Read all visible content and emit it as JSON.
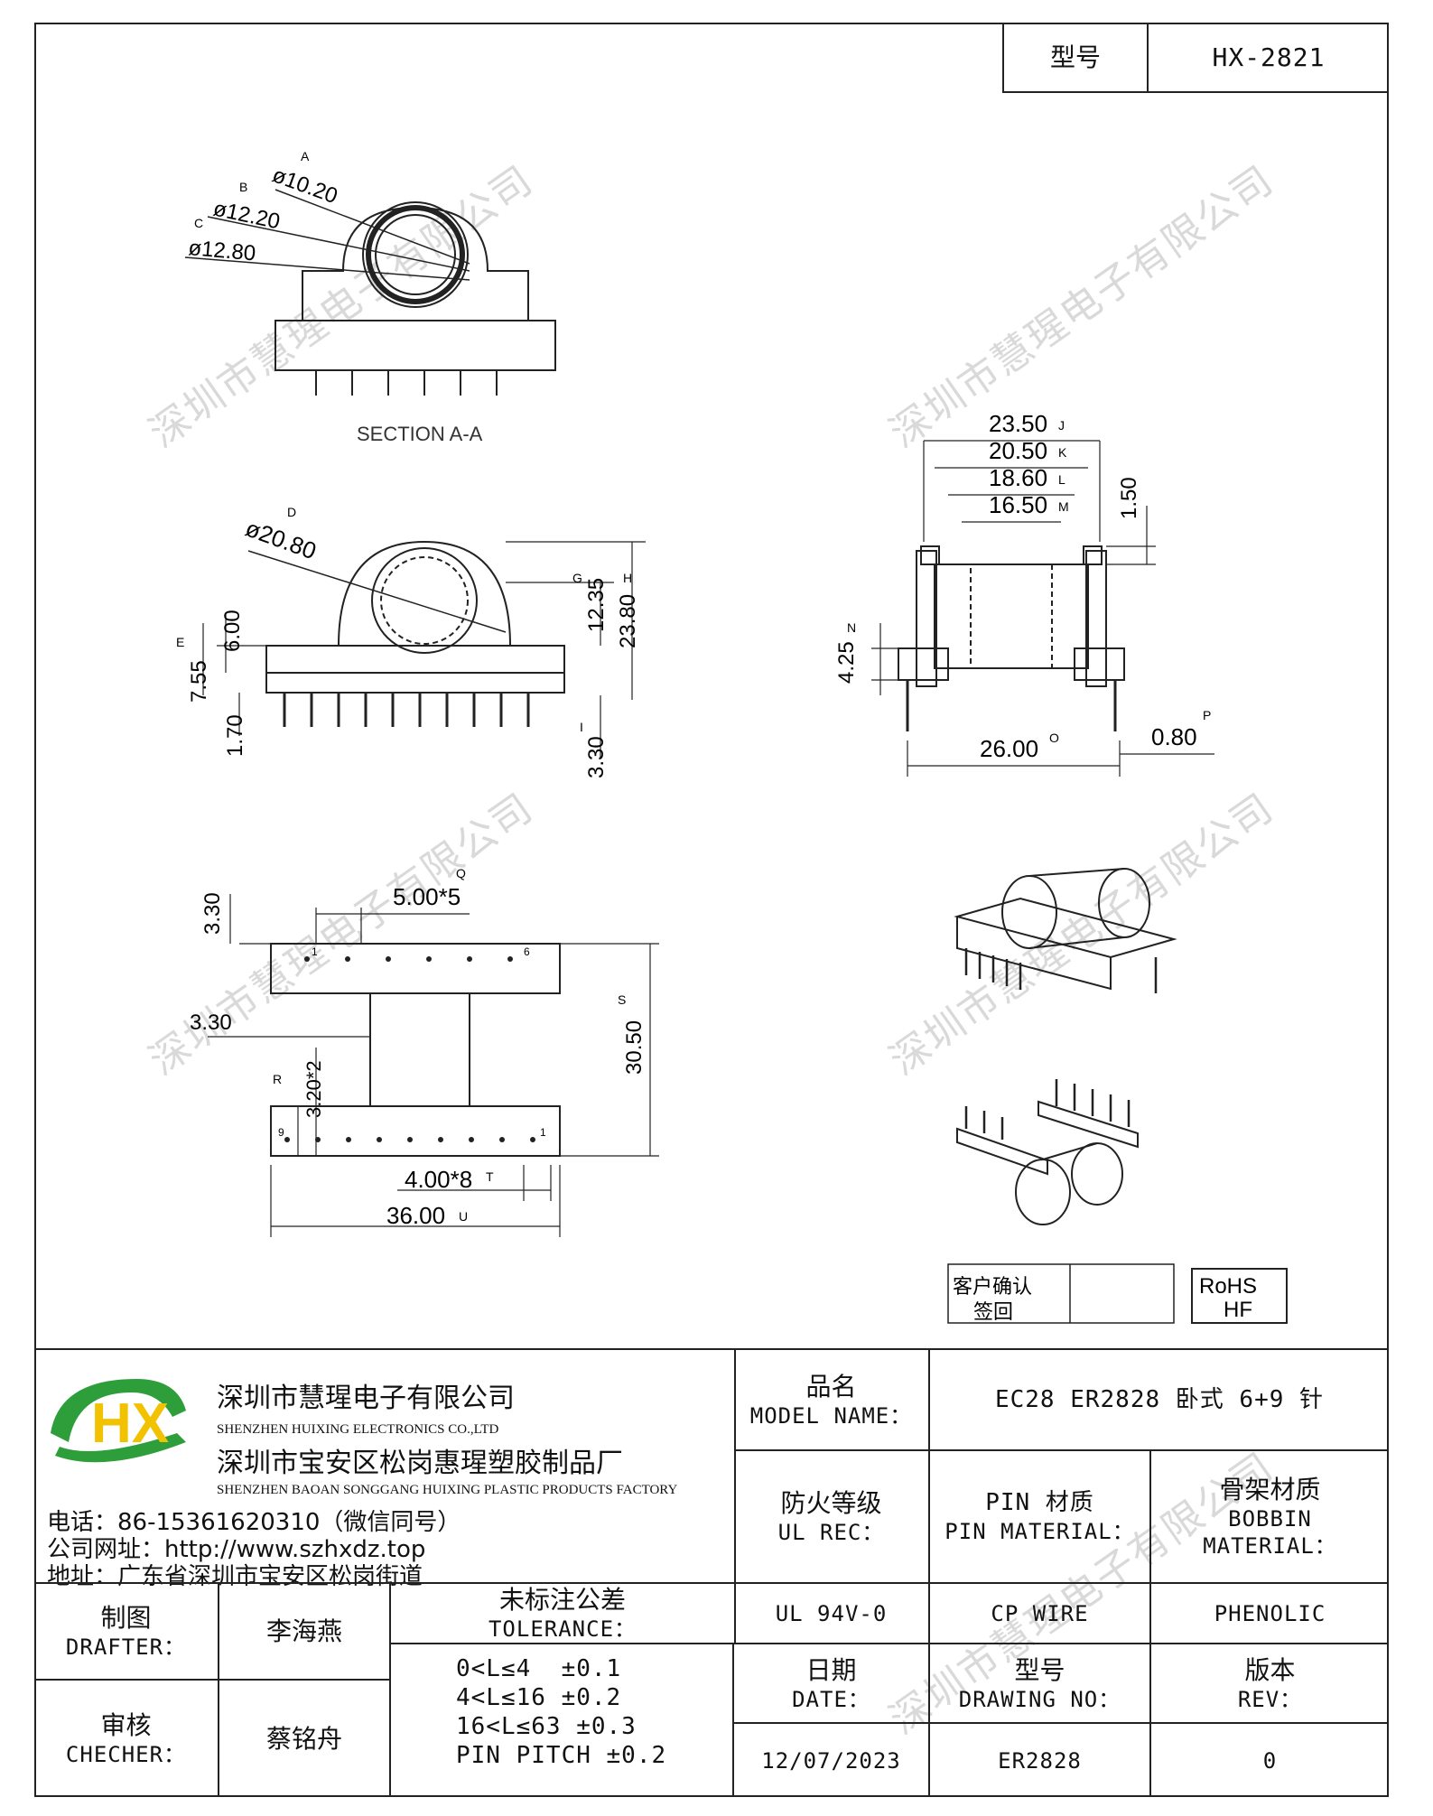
{
  "header": {
    "label": "型号",
    "value": "HX-2821"
  },
  "watermark": "深圳市慧瑆电子有限公司",
  "views": {
    "section_label": "SECTION A-A",
    "section": {
      "d1": "ø10.20",
      "d2": "ø12.20",
      "d3": "ø12.80",
      "m1": "A",
      "m2": "B",
      "m3": "C"
    },
    "front": {
      "dia": "ø20.80",
      "h1": "6.00",
      "h2": "7.55",
      "h3": "1.70",
      "h4": "12.35",
      "h5": "23.80",
      "h6": "3.30",
      "m_dia": "D",
      "m_h1": "E",
      "m_h4": "G",
      "m_h5": "H",
      "m_h6": "I"
    },
    "side": {
      "w1": "23.50",
      "w2": "20.50",
      "w3": "18.60",
      "w4": "16.50",
      "t": "1.50",
      "h": "4.25",
      "base": "26.00",
      "pin": "0.80",
      "m1": "J",
      "m2": "K",
      "m3": "L",
      "m4": "M",
      "m_h": "N",
      "m_base": "O",
      "m_pin": "P"
    },
    "bottom": {
      "pitch_top": "5.00*5",
      "a": "3.30",
      "b": "3.30",
      "row": "3.20*2",
      "height": "30.50",
      "pitch_bot": "4.00*8",
      "width": "36.00",
      "m_pt": "Q",
      "m_row": "R",
      "m_h": "S",
      "m_pb": "T",
      "m_w": "U",
      "pin_top_1": "1",
      "pin_top_6": "6",
      "pin_bot_1": "1",
      "pin_bot_9": "9"
    },
    "confirm": {
      "line1": "客户确认",
      "line2": "签回"
    },
    "rohs": {
      "line1": "RoHS",
      "line2": "HF"
    }
  },
  "company": {
    "logo_text": "HX",
    "name_cn": "深圳市慧瑆电子有限公司",
    "name_en": "SHENZHEN HUIXING ELECTRONICS CO.,LTD",
    "factory_cn": "深圳市宝安区松岗惠瑆塑胶制品厂",
    "factory_en": "SHENZHEN BAOAN SONGGANG HUIXING PLASTIC PRODUCTS FACTORY",
    "phone": "电话：86-15361620310（微信同号）",
    "website": "公司网址：http://www.szhxdz.top",
    "address": "地址：广东省深圳市宝安区松岗街道",
    "brand_green": "#2e9e3a",
    "brand_yellow": "#f2c200"
  },
  "title_block": {
    "model_label_cn": "品名",
    "model_label_en": "MODEL NAME：",
    "model_value": "EC28 ER2828 卧式 6+9 针",
    "ul_label_cn": "防火等级",
    "ul_label_en": "UL REC：",
    "pin_label_cn": "PIN 材质",
    "pin_label_en": "PIN MATERIAL：",
    "bobbin_label_cn": "骨架材质",
    "bobbin_label_en1": "BOBBIN",
    "bobbin_label_en2": "MATERIAL：",
    "ul_value": "UL 94V-0",
    "pin_value": "CP WIRE",
    "bobbin_value": "PHENOLIC",
    "date_label_cn": "日期",
    "date_label_en": "DATE：",
    "drawing_label_cn": "型号",
    "drawing_label_en": "DRAWING NO：",
    "rev_label_cn": "版本",
    "rev_label_en": "REV：",
    "date_value": "12/07/2023",
    "drawing_value": "ER2828",
    "rev_value": "0",
    "drafter_cn": "制图",
    "drafter_en": "DRAFTER：",
    "drafter_name": "李海燕",
    "checker_cn": "审核",
    "checker_en": "CHECHER：",
    "checker_name": "蔡铭舟",
    "tolerance_cn": "未标注公差",
    "tolerance_en": "TOLERANCE：",
    "tolerances": [
      "0<L≤4  ±0.1",
      "4<L≤16 ±0.2",
      "16<L≤63 ±0.3",
      "PIN PITCH ±0.2"
    ]
  }
}
